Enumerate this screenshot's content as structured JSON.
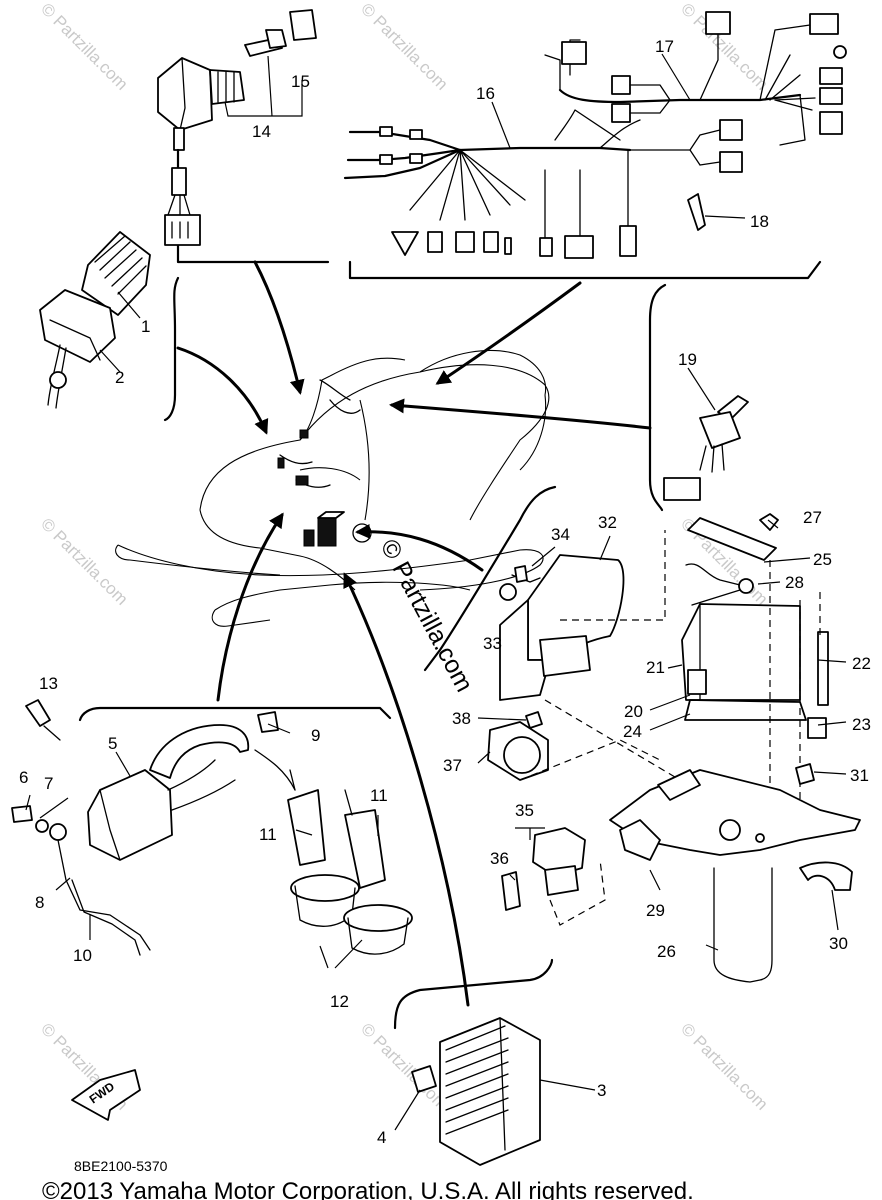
{
  "diagram": {
    "part_numbers": [
      "1",
      "2",
      "3",
      "4",
      "5",
      "6",
      "7",
      "8",
      "9",
      "10",
      "11",
      "11",
      "12",
      "13",
      "14",
      "15",
      "16",
      "17",
      "18",
      "19",
      "20",
      "21",
      "22",
      "23",
      "24",
      "25",
      "26",
      "27",
      "28",
      "29",
      "30",
      "31",
      "32",
      "33",
      "34",
      "35",
      "36",
      "37",
      "38"
    ],
    "drawing_code": "8BE2100-5370",
    "fwd_label": "FWD",
    "watermark_center": "© Partzilla.com",
    "watermark_repeat": "© Partzilla.com",
    "copyright": "©2013  Yamaha Motor Corporation, U.S.A. All rights reserved."
  }
}
